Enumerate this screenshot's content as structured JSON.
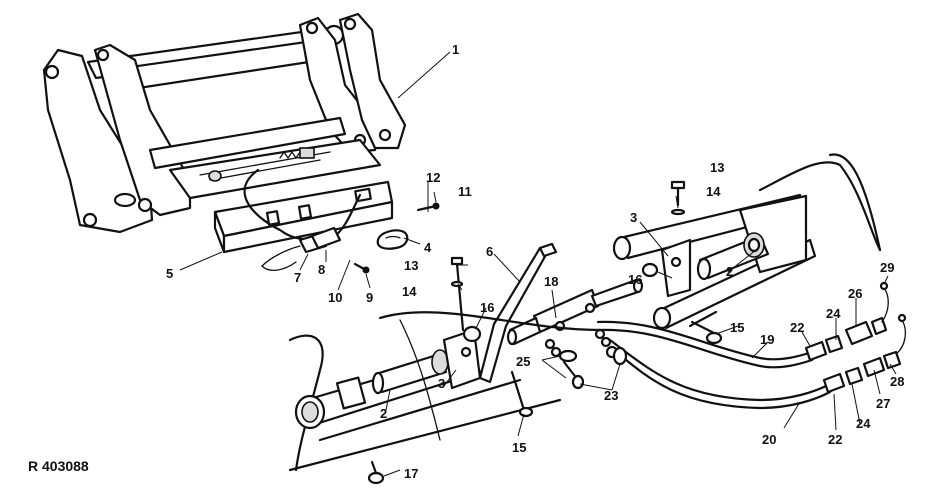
{
  "figure": {
    "reference_code": "R 403088",
    "callouts": [
      "1",
      "2",
      "3",
      "4",
      "5",
      "6",
      "7",
      "8",
      "9",
      "10",
      "11",
      "12",
      "13",
      "14",
      "15",
      "16",
      "17",
      "18",
      "19",
      "20",
      "22",
      "23",
      "24",
      "25",
      "26",
      "27",
      "28",
      "29"
    ]
  }
}
